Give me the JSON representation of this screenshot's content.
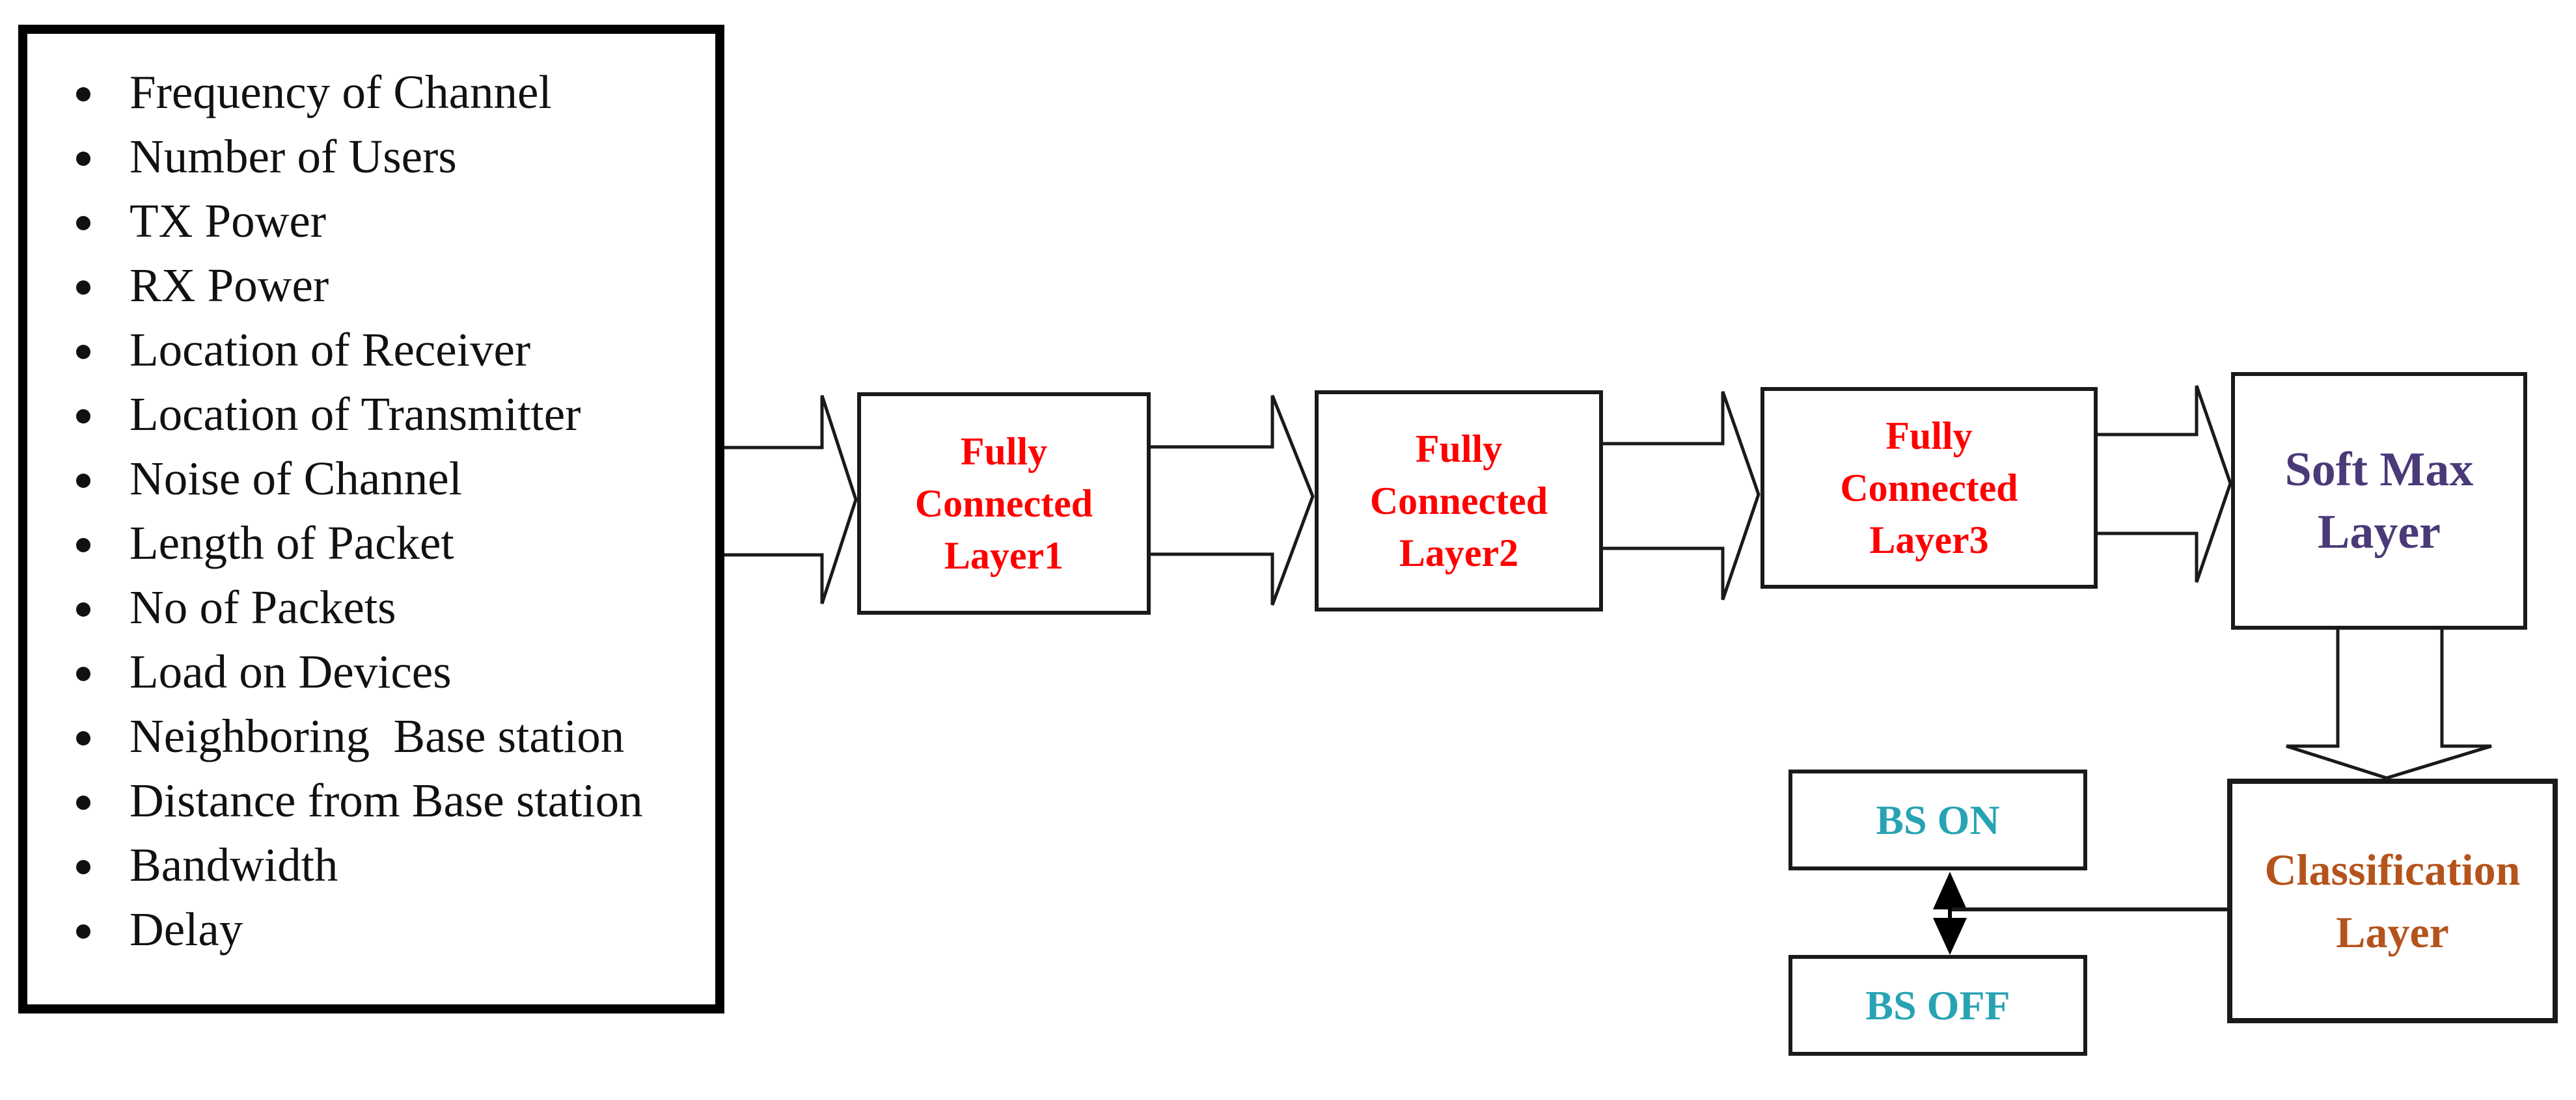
{
  "colors": {
    "background": "#ffffff",
    "box_border": "#1a1a1a",
    "input_box_border": "#000000",
    "list_text": "#111111",
    "fully_connected_text": "#ff0000",
    "softmax_text": "#4b3a78",
    "classification_text": "#b4541c",
    "bs_text": "#28a3b4",
    "arrow_fill": "#ffffff",
    "arrow_stroke": "#1a1a1a"
  },
  "input_box": {
    "items": [
      "Frequency of Channel",
      "Number of Users",
      "TX Power",
      "RX Power",
      "Location of Receiver",
      "Location of Transmitter",
      "Noise of Channel",
      "Length of Packet",
      "No of Packets",
      "Load on Devices",
      "Neighboring  Base station",
      "Distance from Base station",
      "Bandwidth",
      "Delay"
    ]
  },
  "nodes": {
    "fc1": {
      "label": "Fully\nConnected\nLayer1"
    },
    "fc2": {
      "label": "Fully\nConnected\nLayer2"
    },
    "fc3": {
      "label": "Fully\nConnected\nLayer3"
    },
    "softmax": {
      "label": "Soft Max\nLayer"
    },
    "classification": {
      "label": "Classification\nLayer"
    },
    "bs_on": {
      "label": "BS ON"
    },
    "bs_off": {
      "label": "BS OFF"
    }
  },
  "connectors": [
    {
      "name": "input-to-fc1-arrow",
      "type": "block-arrow-right"
    },
    {
      "name": "fc1-to-fc2-arrow",
      "type": "block-arrow-right"
    },
    {
      "name": "fc2-to-fc3-arrow",
      "type": "block-arrow-right"
    },
    {
      "name": "fc3-to-softmax-arrow",
      "type": "block-arrow-right"
    },
    {
      "name": "softmax-to-classification-arrow",
      "type": "block-arrow-down"
    },
    {
      "name": "bs-on-bs-off-double-arrow",
      "type": "double-headed-vertical-arrow"
    },
    {
      "name": "classification-to-bs-connector",
      "type": "line"
    }
  ]
}
